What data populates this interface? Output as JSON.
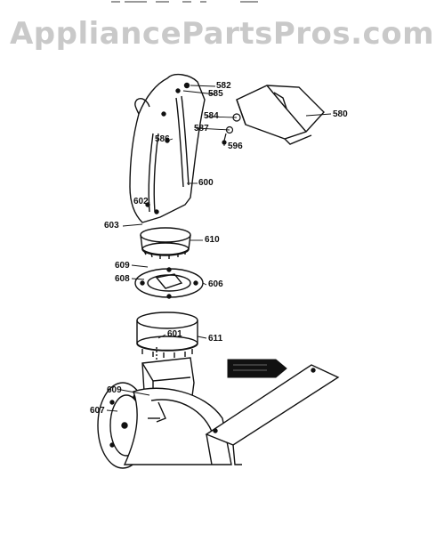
{
  "watermark": {
    "text": "AppliancePartsPros.com"
  },
  "diagram": {
    "description_colors": {
      "ink": "#111111",
      "paper": "#ffffff",
      "watermark": "#c9c9c9"
    },
    "callouts": [
      {
        "id": "582",
        "text": "582"
      },
      {
        "id": "585",
        "text": "585"
      },
      {
        "id": "580",
        "text": "580"
      },
      {
        "id": "584",
        "text": "584"
      },
      {
        "id": "587",
        "text": "587"
      },
      {
        "id": "586",
        "text": "586"
      },
      {
        "id": "596",
        "text": "596"
      },
      {
        "id": "600",
        "text": "600"
      },
      {
        "id": "602",
        "text": "602"
      },
      {
        "id": "603",
        "text": "603"
      },
      {
        "id": "610",
        "text": "610"
      },
      {
        "id": "609",
        "text": "609"
      },
      {
        "id": "608",
        "text": "608"
      },
      {
        "id": "606",
        "text": "606"
      },
      {
        "id": "601",
        "text": "601"
      },
      {
        "id": "611",
        "text": "611"
      },
      {
        "id": "609b",
        "text": "609"
      },
      {
        "id": "607",
        "text": "607"
      }
    ]
  }
}
